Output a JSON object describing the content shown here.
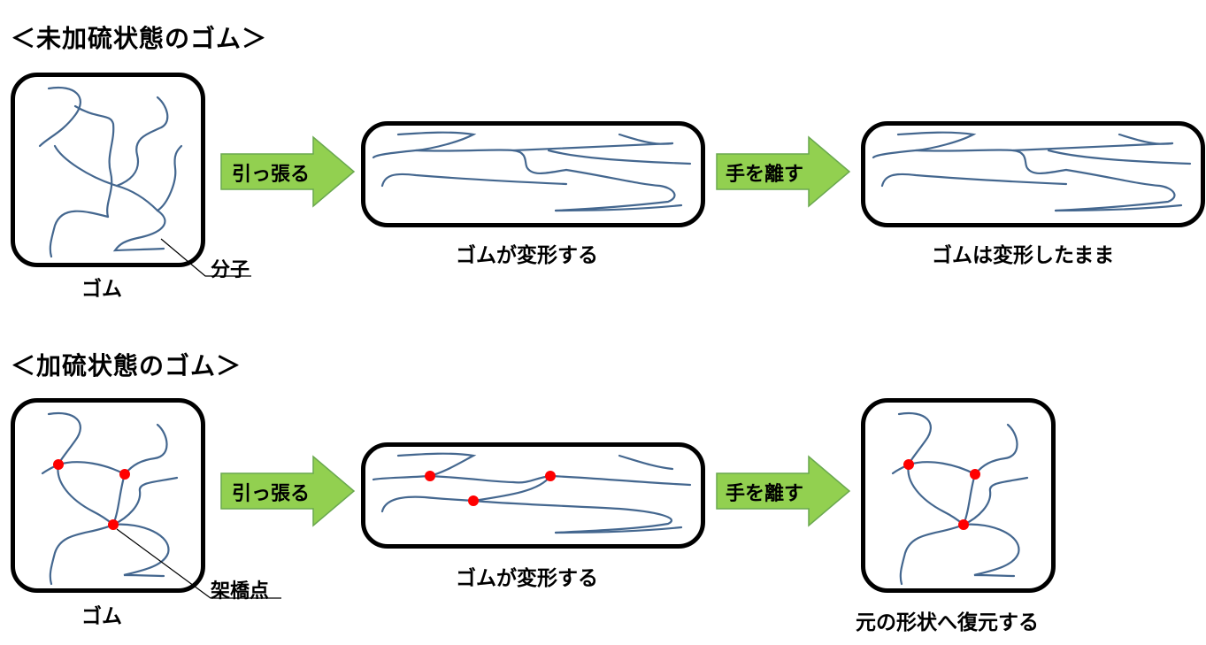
{
  "sections": [
    {
      "heading": "＜未加硫状態のゴム＞",
      "stages": [
        {
          "caption": "ゴム"
        },
        {
          "caption": "ゴムが変形する"
        },
        {
          "caption": "ゴムは変形したまま"
        }
      ],
      "arrows": [
        "引っ張る",
        "手を離す"
      ],
      "callout": "分子"
    },
    {
      "heading": "＜加硫状態のゴム＞",
      "stages": [
        {
          "caption": "ゴム"
        },
        {
          "caption": "ゴムが変形する"
        },
        {
          "caption": "元の形状へ復元する"
        }
      ],
      "arrows": [
        "引っ張る",
        "手を離す"
      ],
      "callout": "架橋点"
    }
  ],
  "colors": {
    "chain": "#44678f",
    "crosslink": "#ff0000",
    "arrow_fill": "#92d050",
    "arrow_stroke": "#6aa84f"
  }
}
